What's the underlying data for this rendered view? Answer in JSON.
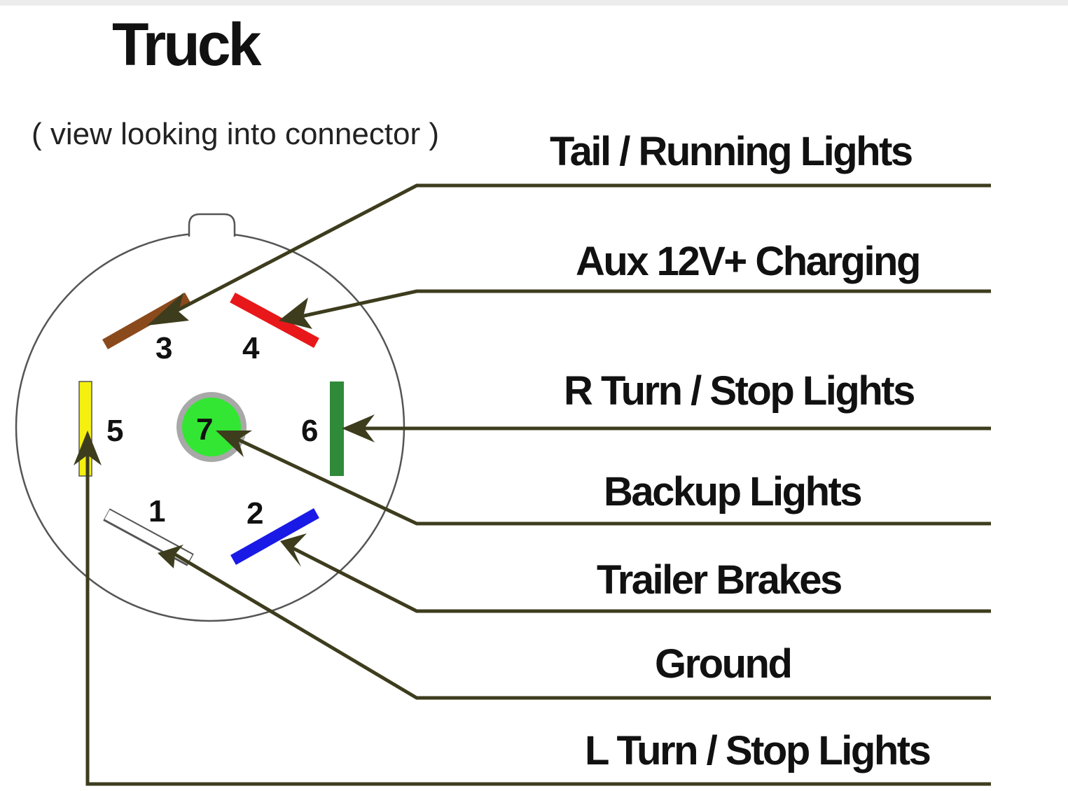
{
  "diagram": {
    "title": "Truck",
    "subtitle": "( view looking into connector )",
    "pins": [
      {
        "number": "1",
        "color": "#ffffff",
        "label": "Ground"
      },
      {
        "number": "2",
        "color": "#1a1ae6",
        "label": "Trailer Brakes"
      },
      {
        "number": "3",
        "color": "#8b4a1c",
        "label": "Tail / Running Lights"
      },
      {
        "number": "4",
        "color": "#e8181a",
        "label": "Aux 12V+ Charging"
      },
      {
        "number": "5",
        "color": "#f5f010",
        "label": "L Turn / Stop Lights"
      },
      {
        "number": "6",
        "color": "#2f8a3a",
        "label": "R Turn / Stop Lights"
      },
      {
        "number": "7",
        "color": "#33e633",
        "label": "Backup Lights"
      }
    ],
    "wire_color": "#3d3d1e"
  }
}
